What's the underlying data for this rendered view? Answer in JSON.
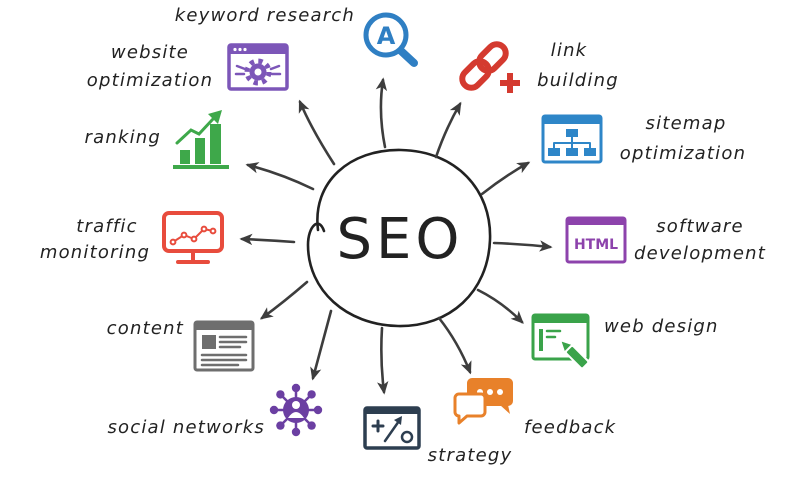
{
  "center": {
    "label": "SEO"
  },
  "colors": {
    "text": "#222222",
    "arrow": "#3d3d3d",
    "icon_background": "#ffffff"
  },
  "nodes": {
    "keyword_research": {
      "label": [
        "keyword research"
      ],
      "icon": "magnifier-letter-a-icon",
      "icon_text": "A",
      "color": "#2f7fc3"
    },
    "website_optimization": {
      "label": [
        "website",
        "optimization"
      ],
      "icon": "browser-gear-icon",
      "color": "#7c56b8"
    },
    "link_building": {
      "label": [
        "link",
        "building"
      ],
      "icon": "chain-link-plus-icon",
      "color": "#d43a2f"
    },
    "ranking": {
      "label": [
        "ranking"
      ],
      "icon": "bar-chart-growth-icon",
      "color": "#3ea84a"
    },
    "sitemap_optimization": {
      "label": [
        "sitemap",
        "optimization"
      ],
      "icon": "browser-sitemap-icon",
      "color": "#2e86c8"
    },
    "traffic_monitoring": {
      "label": [
        "traffic",
        "monitoring"
      ],
      "icon": "monitor-line-chart-icon",
      "color": "#e84c3d"
    },
    "software_development": {
      "label": [
        "software",
        "development"
      ],
      "icon": "browser-html-icon",
      "icon_text": "HTML",
      "color": "#8d43ac"
    },
    "content": {
      "label": [
        "content"
      ],
      "icon": "document-window-icon",
      "color": "#6e6e6e"
    },
    "web_design": {
      "label": [
        "web design"
      ],
      "icon": "browser-brush-icon",
      "color": "#3aa34a"
    },
    "social_networks": {
      "label": [
        "social networks"
      ],
      "icon": "user-network-icon",
      "color": "#6b3fa2"
    },
    "strategy": {
      "label": [
        "strategy"
      ],
      "icon": "strategy-board-icon",
      "color": "#2d3e50"
    },
    "feedback": {
      "label": [
        "feedback"
      ],
      "icon": "speech-bubbles-icon",
      "color": "#e8812a"
    }
  }
}
